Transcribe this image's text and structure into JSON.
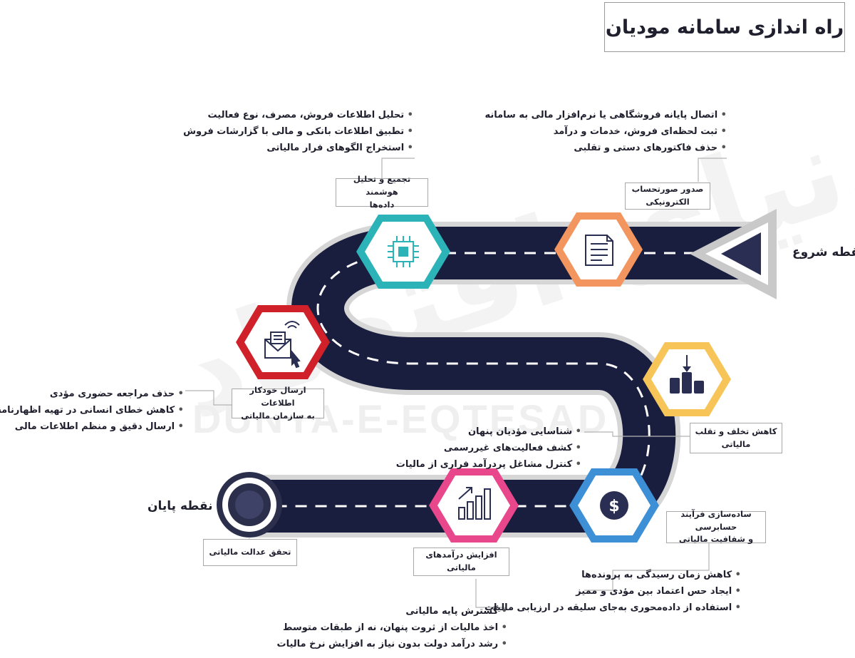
{
  "title": "راه اندازی سامانه مودیان",
  "start_label": "نقطه شروع",
  "end_label": "نقطه پایان",
  "watermark_en": "DUNYA-E-EQTESAD",
  "watermark_fa": "دنیای اقتصاد",
  "stages": [
    {
      "id": "einvoice",
      "label_line1": "صدور صورتحساب",
      "label_line2": "الکترونیکی",
      "color": "#F2955E",
      "icon": "document-icon",
      "bullets": [
        "اتصال پایانه فروشگاهی یا نرم‌افزار مالی به سامانه",
        "ثبت لحظه‌ای فروش، خدمات و درآمد",
        "حذف فاکتورهای دستی و تقلبی"
      ]
    },
    {
      "id": "analysis",
      "label_line1": "تجمیع و تحلیل هوشمند",
      "label_line2": "داده‌ها",
      "color": "#2BB3B8",
      "icon": "chip-icon",
      "bullets": [
        "تحلیل اطلاعات فروش، مصرف، نوع فعالیت",
        "تطبیق اطلاعات بانکی و مالی با گزارشات فروش",
        "استخراج الگوهای فرار مالیاتی"
      ]
    },
    {
      "id": "send",
      "label_line1": "ارسال خودکار اطلاعات",
      "label_line2": "به سازمان مالیاتی",
      "color": "#D0202A",
      "icon": "email-send-icon",
      "bullets": [
        "حذف مراجعه حضوری مؤدی",
        "کاهش خطای انسانی در تهیه اظهارنامه",
        "ارسال دقیق و منظم اطلاعات مالی"
      ]
    },
    {
      "id": "fraud",
      "label_line1": "کاهش تخلف و تقلب",
      "label_line2": "مالیاتی",
      "color": "#F6C457",
      "icon": "coins-icon",
      "bullets": [
        "شناسایی مؤدیان پنهان",
        "کشف فعالیت‌های غیررسمی",
        "کنترل مشاغل پردرآمد فراری از مالیات"
      ]
    },
    {
      "id": "audit",
      "label_line1": "ساده‌سازی فرآیند حسابرسی",
      "label_line2": "و شفافیت مالیاتی",
      "color": "#3D8FD6",
      "icon": "dollar-icon",
      "bullets": [
        "کاهش زمان رسیدگی به پرونده‌ها",
        "ایجاد حس اعتماد بین مؤدی و ممیز",
        "استفاده از داده‌محوری به‌جای سلیقه در ارزیابی مالیات"
      ]
    },
    {
      "id": "revenue",
      "label_line1": "افزایش درآمدهای مالیاتی",
      "label_line2": "",
      "color": "#E8478C",
      "icon": "growth-chart-icon",
      "bullets": [
        "گسترش پایه مالیاتی",
        "اخذ مالیات از ثروت پنهان، نه از طبقات متوسط",
        "رشد درآمد دولت بدون نیاز به افزایش نرخ مالیات"
      ]
    },
    {
      "id": "justice",
      "label_line1": "تحقق عدالت مالیاتی",
      "label_line2": "",
      "color": "#2C2F4C",
      "icon": "end-point-icon",
      "bullets": []
    }
  ],
  "colors": {
    "road": "#1A1E3E",
    "road_border": "#D8D8D8",
    "dash": "#FFFFFF",
    "text": "#1f1f2e"
  }
}
